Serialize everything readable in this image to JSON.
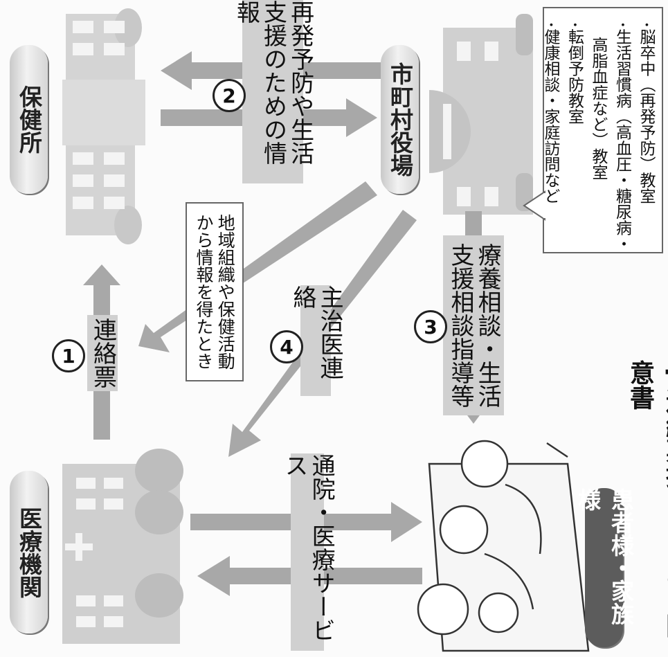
{
  "nodes": {
    "hokenjo": "保健所",
    "shicho": "市町村役場",
    "iryo": "医療機関",
    "kanja": "患者様・家族様"
  },
  "flows": {
    "f1": {
      "num": "1",
      "label": "連絡票"
    },
    "f2": {
      "num": "2",
      "label_line1": "再発予防や生活",
      "label_line2": "支援のための情報"
    },
    "f3": {
      "num": "3",
      "label_line1": "療養相談・生活",
      "label_line2": "支援相談指導等"
    },
    "f4": {
      "num": "4",
      "label": "主治医連絡"
    },
    "info": {
      "line1": "地域組織や保健活動",
      "line2": "から情報を得たとき"
    },
    "service": {
      "label": "通院・医療サービス"
    }
  },
  "programs": [
    "･脳卒中（再発予防）教室",
    "･生活習慣病（高血圧・糖尿病・",
    "　高脂血症など）教室",
    "･転倒予防教室",
    "･健康相談・家庭訪問など"
  ],
  "footnote": "※連絡票提出のための同意書",
  "colors": {
    "arrow": "#a8a8a8",
    "label_bg": "#d0d0d0",
    "dark_pill": "#5c5c5c"
  }
}
